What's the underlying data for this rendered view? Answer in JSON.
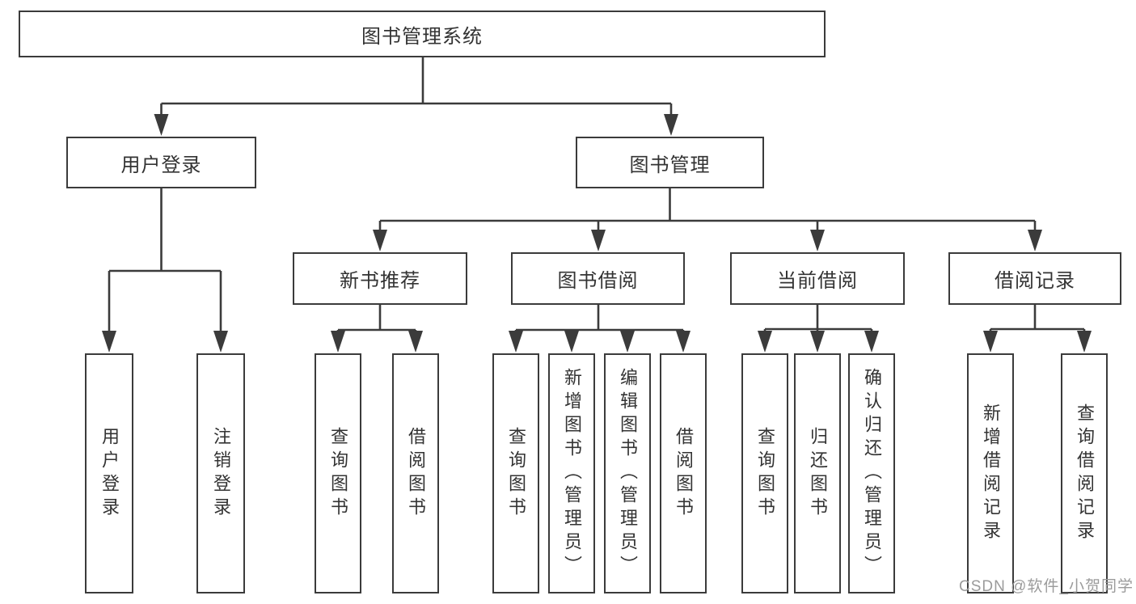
{
  "nodes": {
    "root": "图书管理系统",
    "level2": [
      "用户登录",
      "图书管理"
    ],
    "level3": [
      "新书推荐",
      "图书借阅",
      "当前借阅",
      "借阅记录"
    ],
    "leaves": {
      "user_login": [
        "用户登录",
        "注销登录"
      ],
      "new_book_recommend": [
        "查询图书",
        "借阅图书"
      ],
      "book_borrow": [
        "查询图书",
        "新增图书（管理员）",
        "编辑图书（管理员）",
        "借阅图书"
      ],
      "current_borrow": [
        "查询图书",
        "归还图书",
        "确认归还（管理员）"
      ],
      "borrow_records": [
        "新增借阅记录",
        "查询借阅记录"
      ]
    }
  },
  "watermark": {
    "text": "CSDN @软件_小贺同学"
  },
  "colors": {
    "line": "#3b3b3b",
    "box_border": "#3b3b3b",
    "text": "#333333",
    "watermark": "#9b9b9b",
    "background": "#ffffff"
  }
}
